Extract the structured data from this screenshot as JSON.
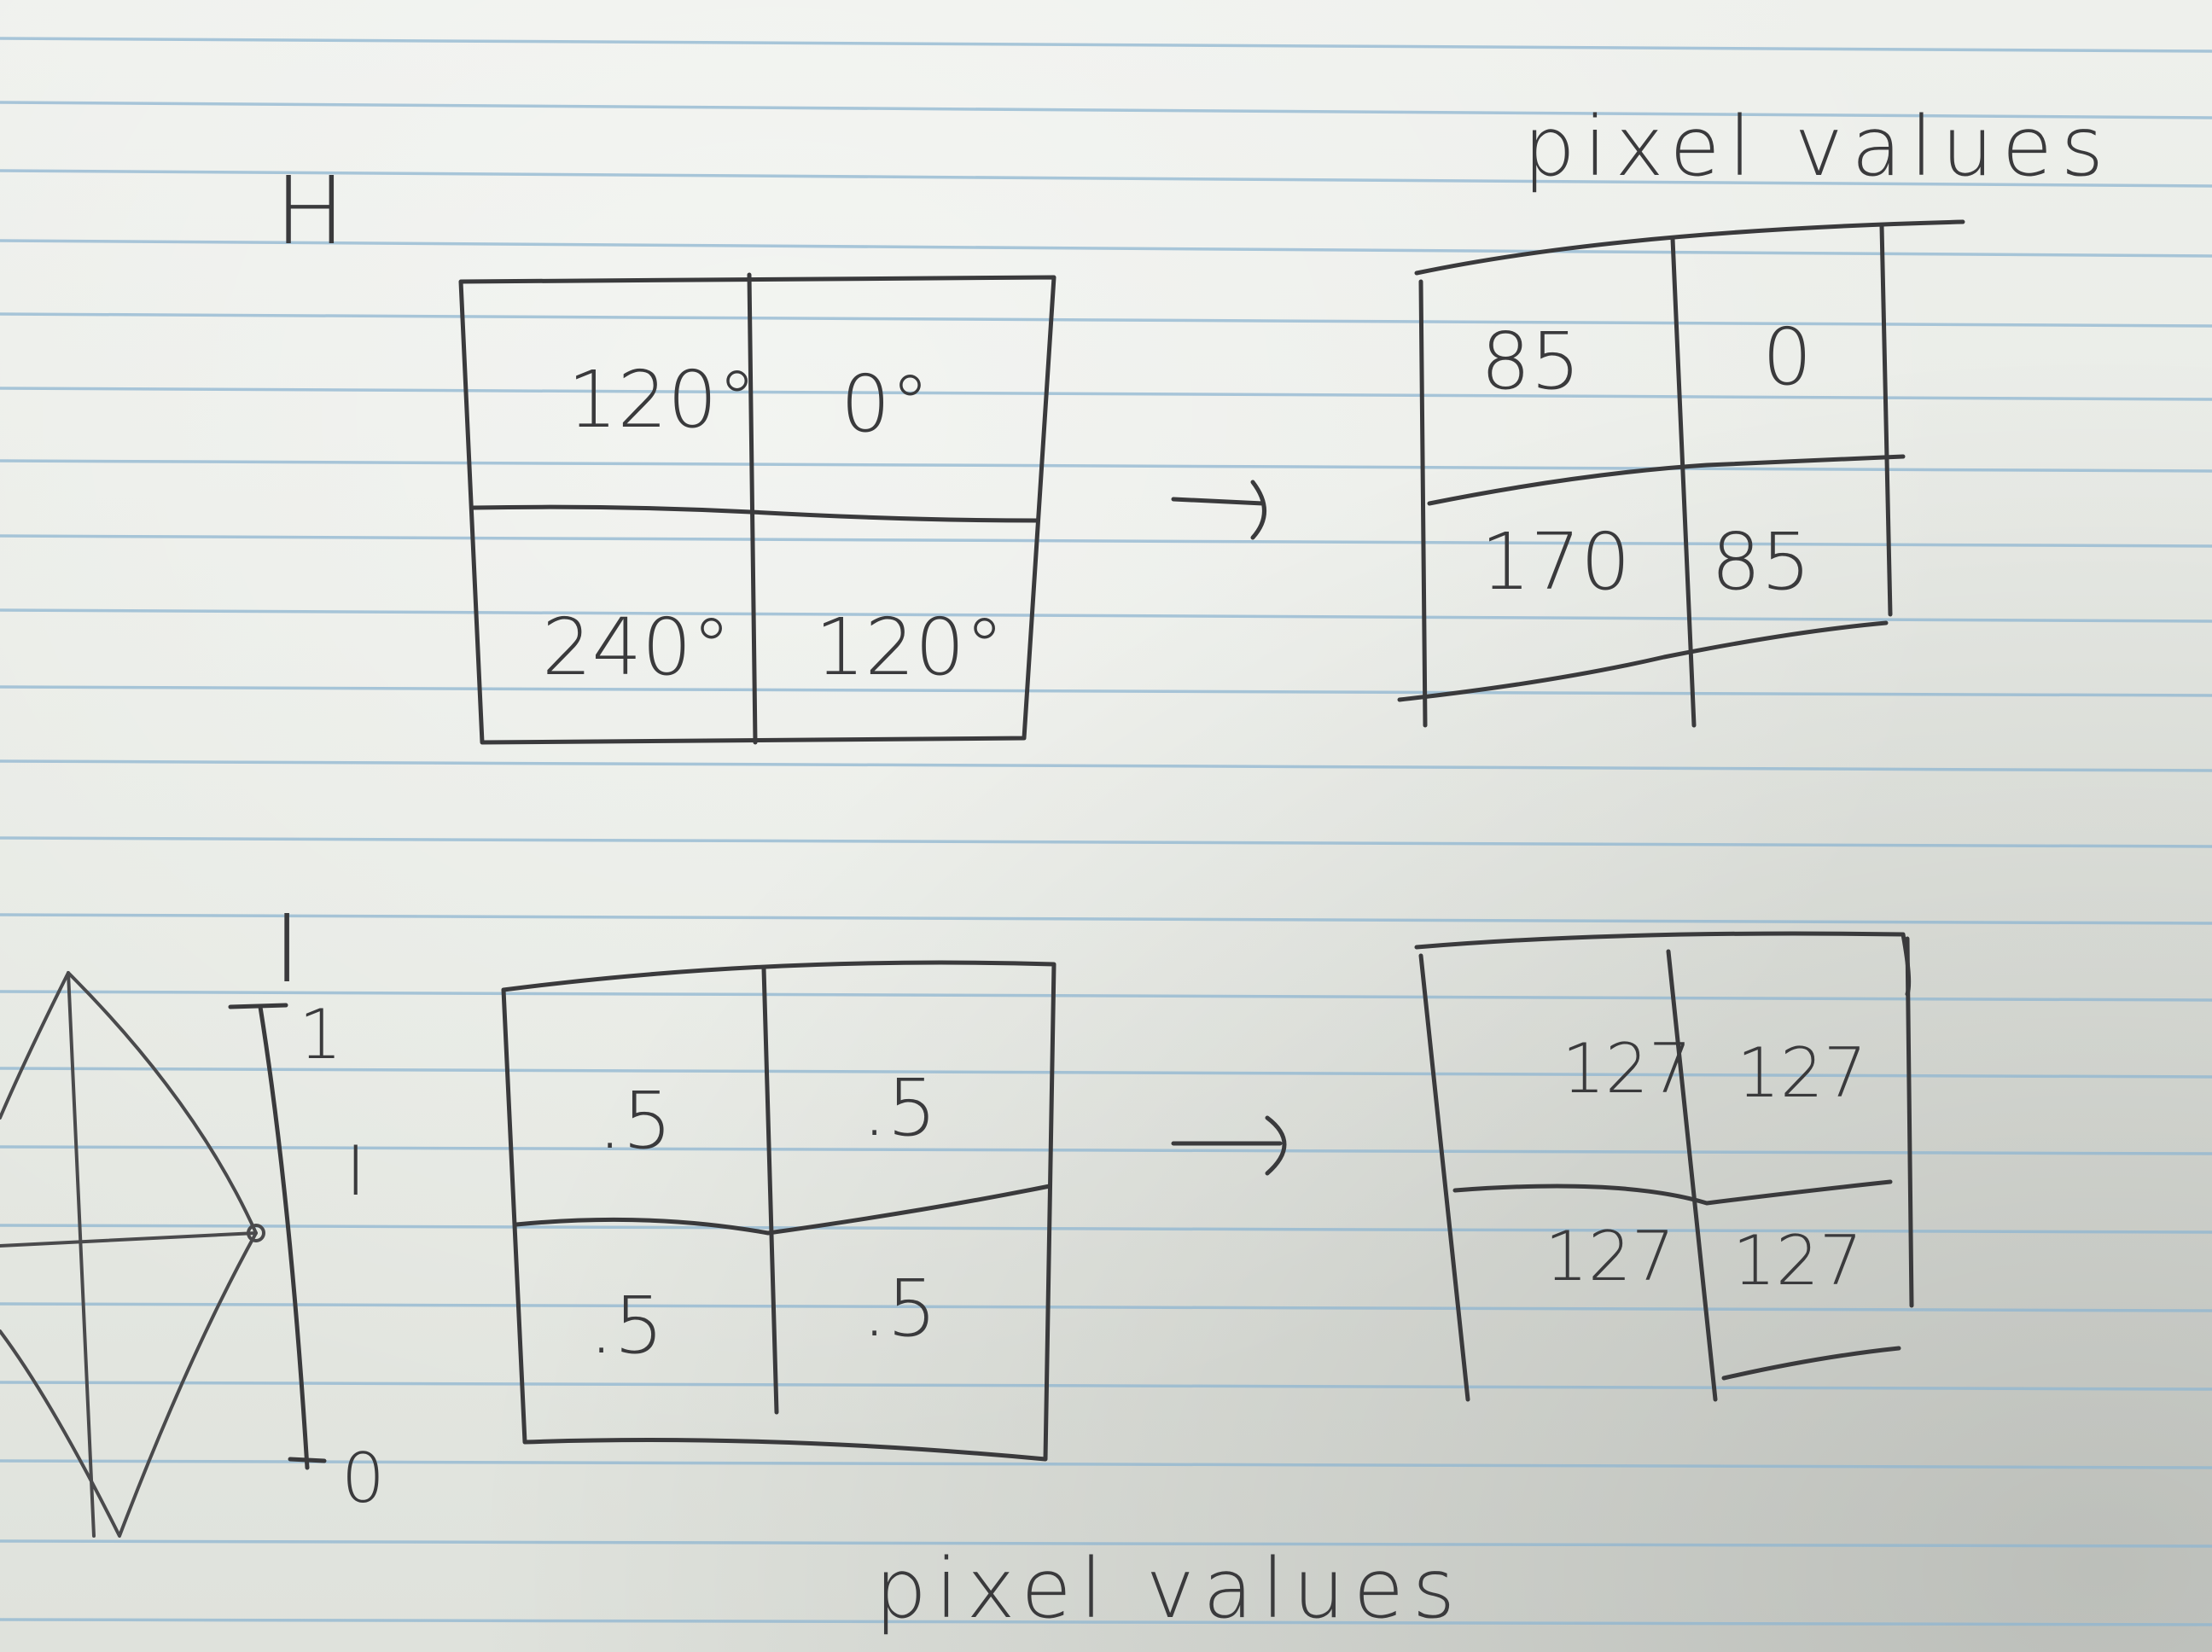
{
  "top": {
    "label": "H",
    "caption": "pixel values",
    "left_grid": [
      "120°",
      "0°",
      "240°",
      "120°"
    ],
    "right_grid": [
      "85",
      "0",
      "170",
      "85"
    ]
  },
  "bottom": {
    "label": "I",
    "scale_top": "1",
    "scale_mid": "I",
    "scale_bottom": "0",
    "caption": "pixel values",
    "left_grid": [
      ".5",
      ".5",
      ".5",
      ".5"
    ],
    "right_grid": [
      "127",
      "127",
      "127",
      "127"
    ]
  },
  "arrow": "→"
}
